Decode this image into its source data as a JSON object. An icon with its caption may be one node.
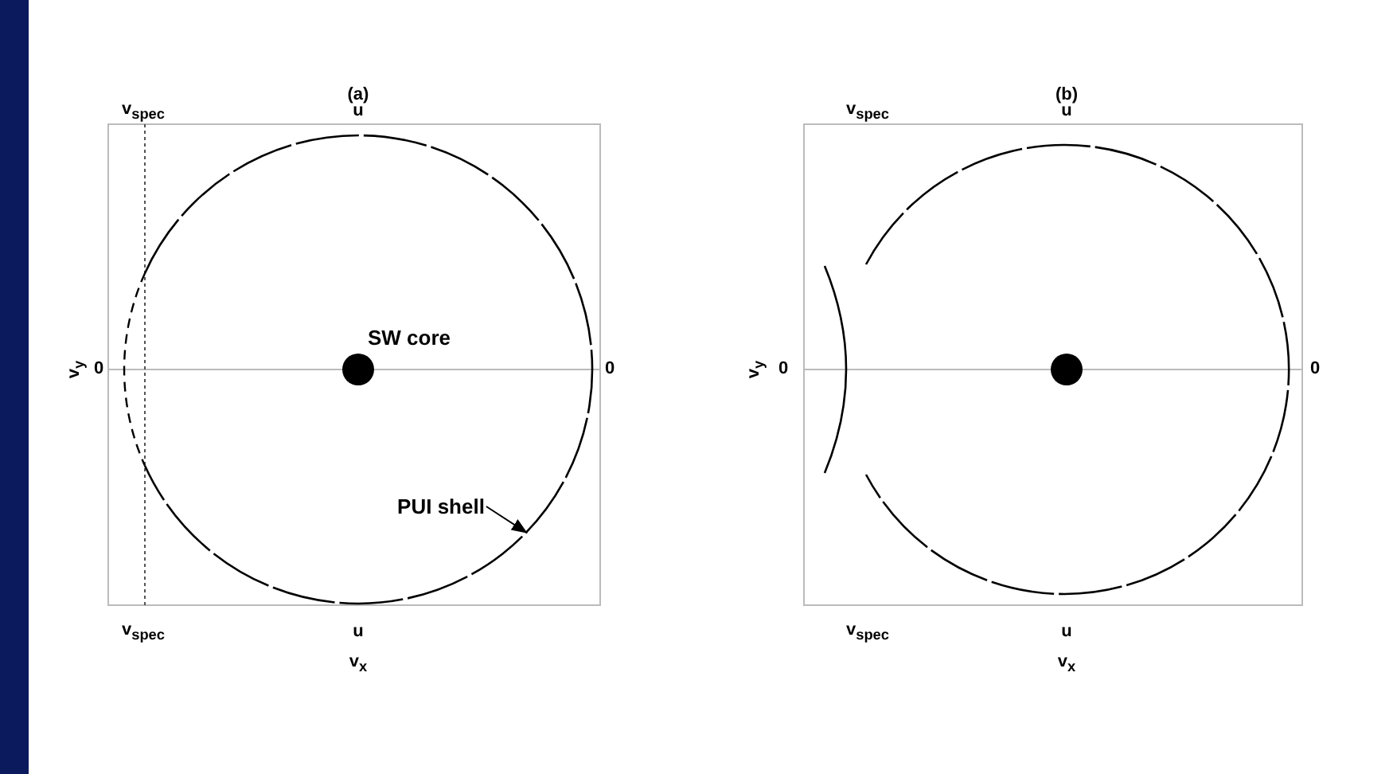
{
  "diagram": {
    "nodes": [
      {
        "text": [
          "PUI shell"
        ],
        "in": 1
      },
      {
        "text": [],
        "shape": "circle"
      }
    ],
    "edges": [
      {
        "from": 0,
        "to": 1,
        "arrow": "to"
      }
    ],
    "labels": [
      "(a)",
      "v$_{spec}$",
      "u",
      "v$_{y}$",
      "0",
      "SW core",
      "0",
      "v$_{spec}$",
      "u",
      "v$_{x}$",
      "(b)",
      "v$_{spec}$",
      "u",
      "v$_{y}$",
      "0",
      "0",
      "v$_{spec}$",
      "u",
      "v$_{x}$"
    ]
  }
}
